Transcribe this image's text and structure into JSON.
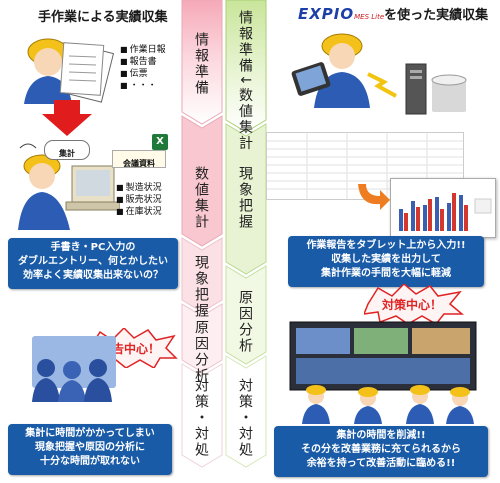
{
  "left": {
    "title": "手作業による実績収集",
    "doc_list": [
      "作業日報",
      "報告書",
      "伝票",
      "・・・"
    ],
    "memo_label": "集計",
    "report_label": "会議資料",
    "status_list": [
      "製造状況",
      "販売状況",
      "在庫状況"
    ],
    "problem_box": [
      "手書き・PC入力の",
      "ダブルエントリー、何とかしたい",
      "効率よく実績収集出来ないの？"
    ],
    "burst_text": "報告中心！",
    "bottom_box": [
      "集計に時間がかかってしまい",
      "現象把握や原因の分析に",
      "十分な時間が取れない"
    ]
  },
  "right": {
    "title_logo": "EXPIO",
    "logo_sub": "MES Lite",
    "title_suffix": "を使った実績収集",
    "input_box": [
      "作業報告をタブレット上から入力!!",
      "収集した実績を出力して",
      "集計作業の手間を大幅に軽減"
    ],
    "burst_text": "対策中心！",
    "bottom_box": [
      "集計の時間を削減!!",
      "その分を改善業務に充てられるから",
      "余裕を持って改善活動に臨める!!"
    ]
  },
  "arrow_left": [
    "情報準備",
    "数値集計",
    "現象把握",
    "原因分析",
    "対策・対処"
  ],
  "arrow_right": [
    "情報準備↓数値集計",
    "現象把握",
    "原因分析",
    "対策・対処"
  ],
  "colors": {
    "pink": "#f8d0d8",
    "green": "#e2f0c6",
    "box_blue": "#1a5ba8",
    "red": "#e02323"
  }
}
